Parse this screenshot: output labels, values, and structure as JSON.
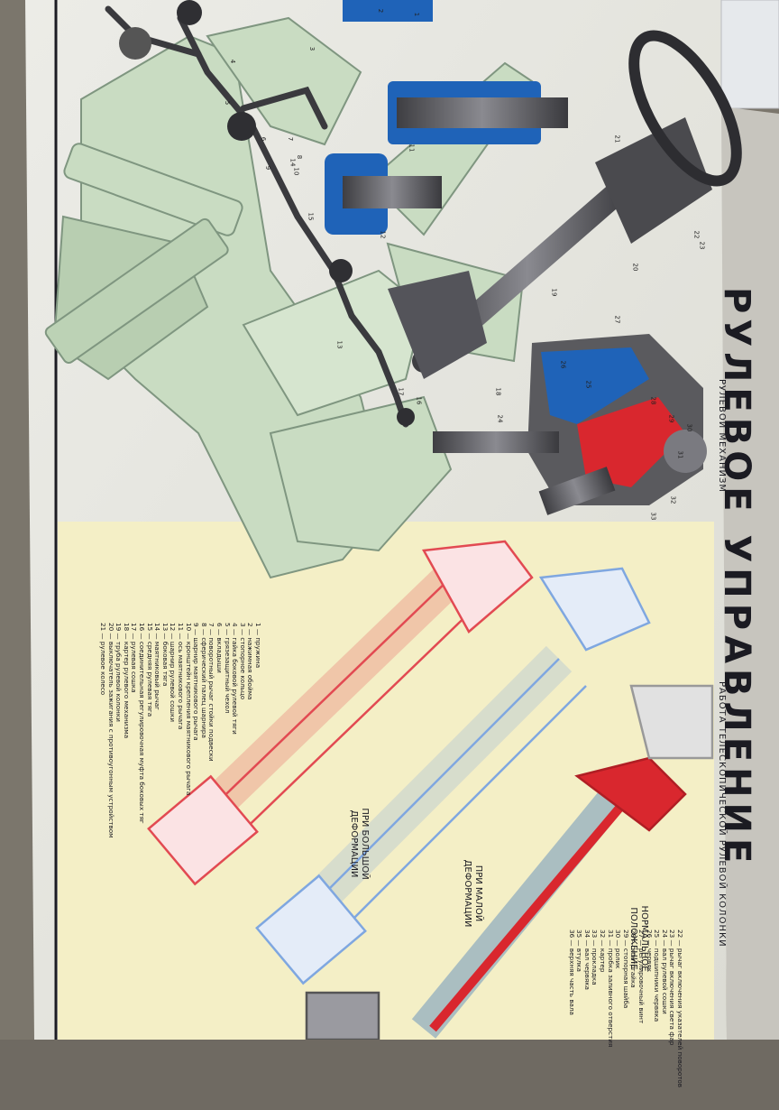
{
  "poster": {
    "title": "РУЛЕВОЕ УПРАВЛЕНИЕ",
    "subtitle_mechanism": "РУЛЕВОЙ МЕХАНИЗМ",
    "subtitle_column": "РАБОТА ТЕЛЕСКОПИЧЕСКОЙ РУЛЕВОЙ КОЛОНКИ",
    "label_large": "ПРИ БОЛЬШОЙ ДЕФОРМАЦИИ",
    "label_small": "ПРИ МАЛОЙ ДЕФОРМАЦИИ",
    "label_normal": "НОРМАЛЬНОЕ ПОЛОЖЕНИЕ"
  },
  "legend_left": [
    "1 — пружина",
    "2 — нажимная обойма",
    "3 — стопорное кольцо",
    "4 — гайка боковой рулевой тяги",
    "5 — грязезащитный чехол",
    "6 — вкладыши",
    "7 — поворотный рычаг стойки подвески",
    "8 — сферический палец шарнира",
    "9 — шарнир маятникового рычага",
    "10 — кронштейн крепления маятникового рычага",
    "11 — ось маятникового рычага",
    "12 — шарнир рулевой сошки",
    "13 — боковая тяга",
    "14 — маятниковый рычаг",
    "15 — средняя рулевая тяга",
    "16 — соединительная регулировочная муфта боковых тяг",
    "17 — рулевая сошка",
    "18 — картер рулевого механизма",
    "19 — труба рулевой колонки",
    "20 — выключатель зажигания с противоугонным устройством",
    "21 — рулевое колесо"
  ],
  "legend_right": [
    "22 — рычаг включения указателей поворотов",
    "23 — рычаг включения света фар",
    "24 — вал рулевой сошки",
    "25 — подшипники червяка",
    "26 — червяк",
    "27 — регулировочный винт",
    "28 — контргайка",
    "29 — стопорная шайба",
    "30 — ролик",
    "31 — пробка заливного отверстия",
    "32 — картер",
    "33 — прокладка",
    "34 — вал червяка",
    "35 — втулка",
    "36 — верхняя часть вала"
  ],
  "callouts": [
    "1",
    "2",
    "3",
    "4",
    "5",
    "6",
    "7",
    "8",
    "9",
    "10",
    "11",
    "12",
    "13",
    "14",
    "15",
    "16",
    "17",
    "18",
    "19",
    "20",
    "21",
    "22",
    "23",
    "24",
    "25",
    "26",
    "27",
    "28",
    "29",
    "30",
    "31",
    "32",
    "33"
  ],
  "colors": {
    "paper": "#f1f1ec",
    "chassis_green": "#c9dcc2",
    "chassis_dark": "#7f9680",
    "legend_panel": "#f4efc6",
    "cutaway_blue": "#1f63b8",
    "cutaway_red": "#d9272e",
    "large_deformation_red": "#e24a52",
    "small_deformation_blue": "#7fa7e0",
    "metal_gray": "#5c5c60",
    "ink": "#1b1b22"
  }
}
